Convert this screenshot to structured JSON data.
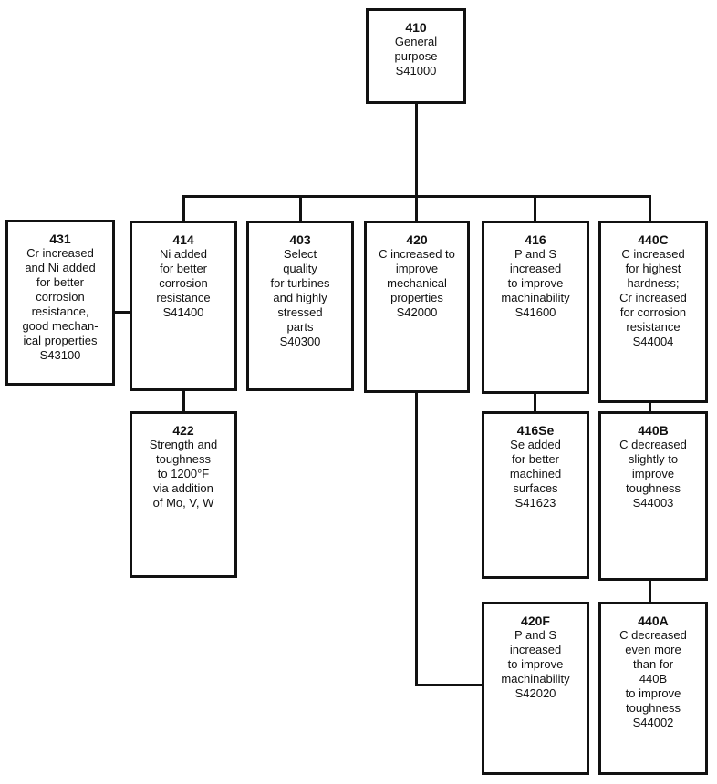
{
  "boxes": {
    "b410": {
      "code": "410",
      "lines": [
        "General",
        "purpose",
        "S41000"
      ]
    },
    "b431": {
      "code": "431",
      "lines": [
        "Cr increased",
        "and Ni added",
        "for better",
        "corrosion",
        "resistance,",
        "good mechan-",
        "ical properties",
        "S43100"
      ]
    },
    "b414": {
      "code": "414",
      "lines": [
        "Ni added",
        "for better",
        "corrosion",
        "resistance",
        "S41400"
      ]
    },
    "b403": {
      "code": "403",
      "lines": [
        "Select",
        "quality",
        "for turbines",
        "and highly",
        "stressed",
        "parts",
        "S40300"
      ]
    },
    "b420": {
      "code": "420",
      "lines": [
        "C increased to",
        "improve",
        "mechanical",
        "properties",
        "S42000"
      ]
    },
    "b416": {
      "code": "416",
      "lines": [
        "P and S",
        "increased",
        "to improve",
        "machinability",
        "S41600"
      ]
    },
    "b440C": {
      "code": "440C",
      "lines": [
        "C increased",
        "for highest",
        "hardness;",
        "Cr increased",
        "for corrosion",
        "resistance",
        "S44004"
      ]
    },
    "b422": {
      "code": "422",
      "lines": [
        "Strength and",
        "toughness",
        "to 1200°F",
        "via addition",
        "of Mo, V, W"
      ]
    },
    "b416Se": {
      "code": "416Se",
      "lines": [
        "Se added",
        "for better",
        "machined",
        "surfaces",
        "S41623"
      ]
    },
    "b440B": {
      "code": "440B",
      "lines": [
        "C decreased",
        "slightly to",
        "improve",
        "toughness",
        "S44003"
      ]
    },
    "b420F": {
      "code": "420F",
      "lines": [
        "P and S",
        "increased",
        "to improve",
        "machinability",
        "S42020"
      ]
    },
    "b440A": {
      "code": "440A",
      "lines": [
        "C decreased",
        "even more",
        "than for",
        "440B",
        "to improve",
        "toughness",
        "S44002"
      ]
    }
  }
}
